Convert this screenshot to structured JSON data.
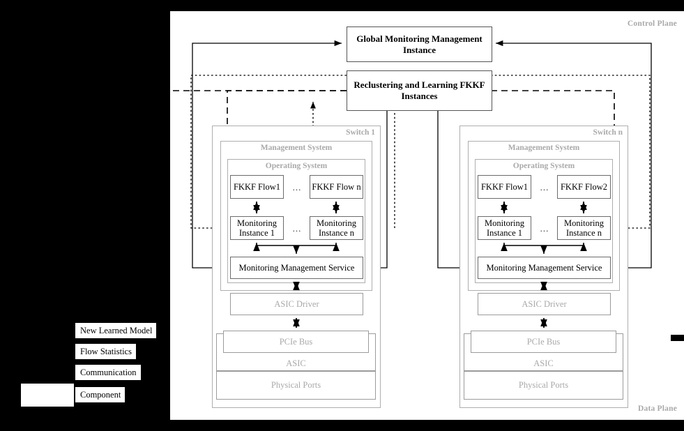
{
  "planes": {
    "control": "Control Plane",
    "data": "Data Plane"
  },
  "top_boxes": [
    {
      "id": "global-monitoring-management-instance",
      "label": "Global Monitoring Management Instance"
    },
    {
      "id": "reclustering-and-learning-fkkf-instances",
      "label": "Reclustering and Learning FKKF Instances"
    }
  ],
  "switches": [
    {
      "id": "switch-1",
      "title": "Switch 1",
      "management_system": "Management System",
      "operating_system": "Operating System",
      "flow_left": "FKKF Flow1",
      "flow_right": "FKKF Flow n",
      "instance_left": "Monitoring Instance 1",
      "instance_right": "Monitoring Instance n",
      "mms": "Monitoring Management Service",
      "ellipsis": "...",
      "hardware": [
        "ASIC Driver",
        "PCIe Bus",
        "ASIC",
        "Physical Ports"
      ]
    },
    {
      "id": "switch-n",
      "title": "Switch n",
      "management_system": "Management System",
      "operating_system": "Operating System",
      "flow_left": "FKKF Flow1",
      "flow_right": "FKKF Flow2",
      "instance_left": "Monitoring Instance 1",
      "instance_right": "Monitoring Instance n",
      "mms": "Monitoring Management Service",
      "ellipsis": "...",
      "hardware": [
        "ASIC Driver",
        "PCIe Bus",
        "ASIC",
        "Physical Ports"
      ]
    }
  ],
  "legend": [
    {
      "id": "new-learned-model",
      "label": "New Learned Model",
      "style": "long-dash"
    },
    {
      "id": "flow-statistics",
      "label": "Flow Statistics",
      "style": "dotted"
    },
    {
      "id": "communication",
      "label": "Communication",
      "style": "solid"
    },
    {
      "id": "component",
      "label": "Component",
      "style": "box"
    }
  ],
  "colors": {
    "background": "#000000",
    "canvas": "#ffffff",
    "plane_label": "#a9a9a9",
    "container_border": "#aeaeae",
    "hardware_text": "#a9a9a9",
    "line": "#000000"
  }
}
